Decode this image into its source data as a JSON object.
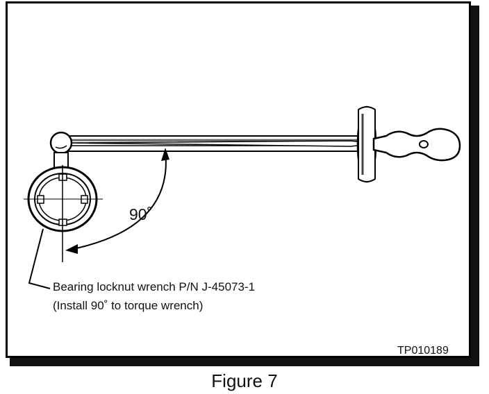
{
  "diagram": {
    "angle_label": "90˚",
    "callout_line1": "Bearing locknut wrench P/N J-45073-1",
    "callout_line2": "(Install 90˚ to torque wrench)",
    "figure_code": "TP010189",
    "caption": "Figure 7"
  }
}
